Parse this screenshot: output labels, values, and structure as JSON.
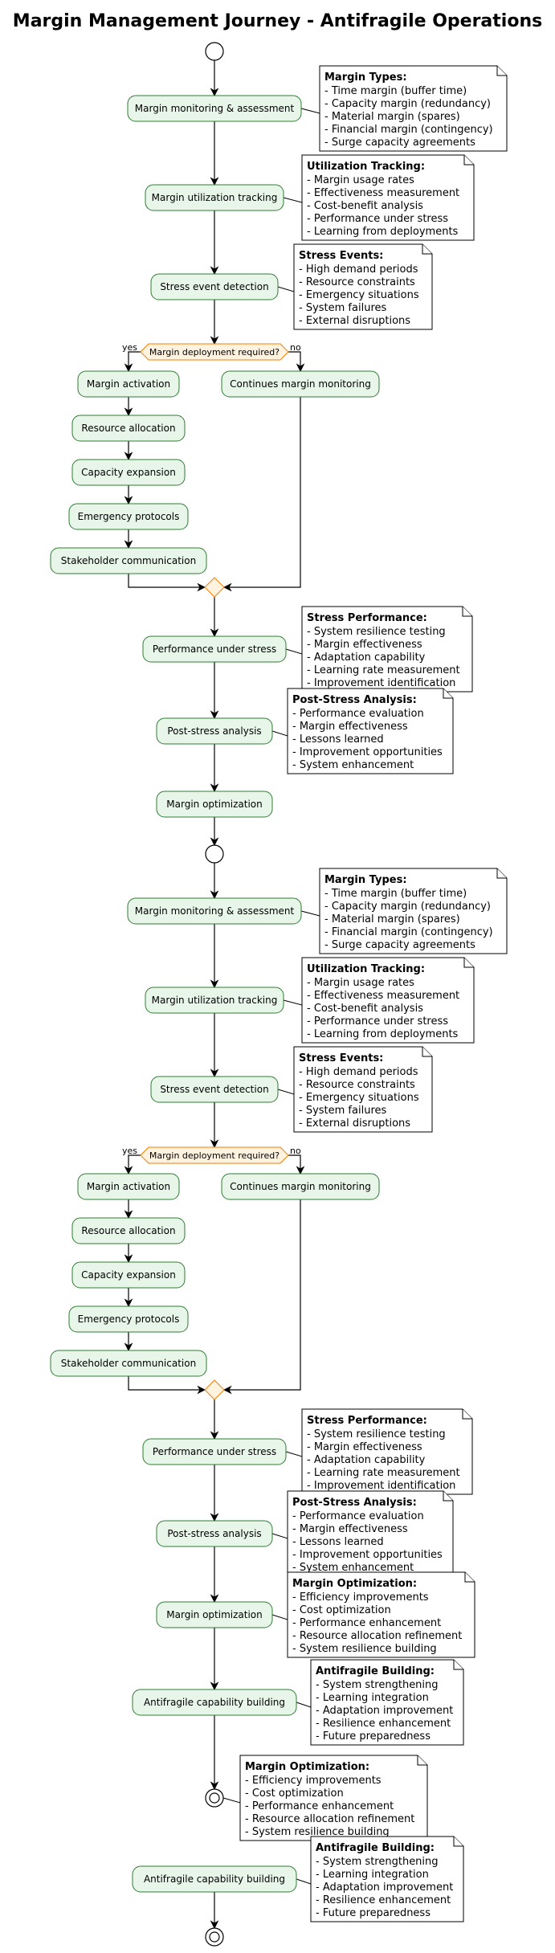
{
  "title": "Margin Management Journey - Antifragile Operations",
  "activities": {
    "monitor": "Margin monitoring & assessment",
    "utilization": "Margin utilization tracking",
    "stress": "Stress event detection",
    "activation": "Margin activation",
    "resource": "Resource allocation",
    "capacity": "Capacity expansion",
    "emergency": "Emergency protocols",
    "stakeholder": "Stakeholder communication",
    "continues": "Continues margin monitoring",
    "performance": "Performance under stress",
    "poststress": "Post-stress analysis",
    "optimization": "Margin optimization",
    "antifragile": "Antifragile capability building"
  },
  "decision": {
    "label": "Margin deployment required?",
    "yes": "yes",
    "no": "no"
  },
  "notes": {
    "margin_types": {
      "title": "Margin Types:",
      "lines": [
        "- Time margin (buffer time)",
        "- Capacity margin (redundancy)",
        "- Material margin (spares)",
        "- Financial margin (contingency)",
        "- Surge capacity agreements"
      ]
    },
    "utilization": {
      "title": "Utilization Tracking:",
      "lines": [
        "- Margin usage rates",
        "- Effectiveness measurement",
        "- Cost-benefit analysis",
        "- Performance under stress",
        "- Learning from deployments"
      ]
    },
    "stress_events": {
      "title": "Stress Events:",
      "lines": [
        "- High demand periods",
        "- Resource constraints",
        "- Emergency situations",
        "- System failures",
        "- External disruptions"
      ]
    },
    "stress_performance": {
      "title": "Stress Performance:",
      "lines": [
        "- System resilience testing",
        "- Margin effectiveness",
        "- Adaptation capability",
        "- Learning rate measurement",
        "- Improvement identification"
      ]
    },
    "post_stress": {
      "title": "Post-Stress Analysis:",
      "lines": [
        "- Performance evaluation",
        "- Margin effectiveness",
        "- Lessons learned",
        "- Improvement opportunities",
        "- System enhancement"
      ]
    },
    "margin_optimization": {
      "title": "Margin Optimization:",
      "lines": [
        "- Efficiency improvements",
        "- Cost optimization",
        "- Performance enhancement",
        "- Resource allocation refinement",
        "- System resilience building"
      ]
    },
    "antifragile": {
      "title": "Antifragile Building:",
      "lines": [
        "- System strengthening",
        "- Learning integration",
        "- Adaptation improvement",
        "- Resilience enhancement",
        "- Future preparedness"
      ]
    }
  }
}
